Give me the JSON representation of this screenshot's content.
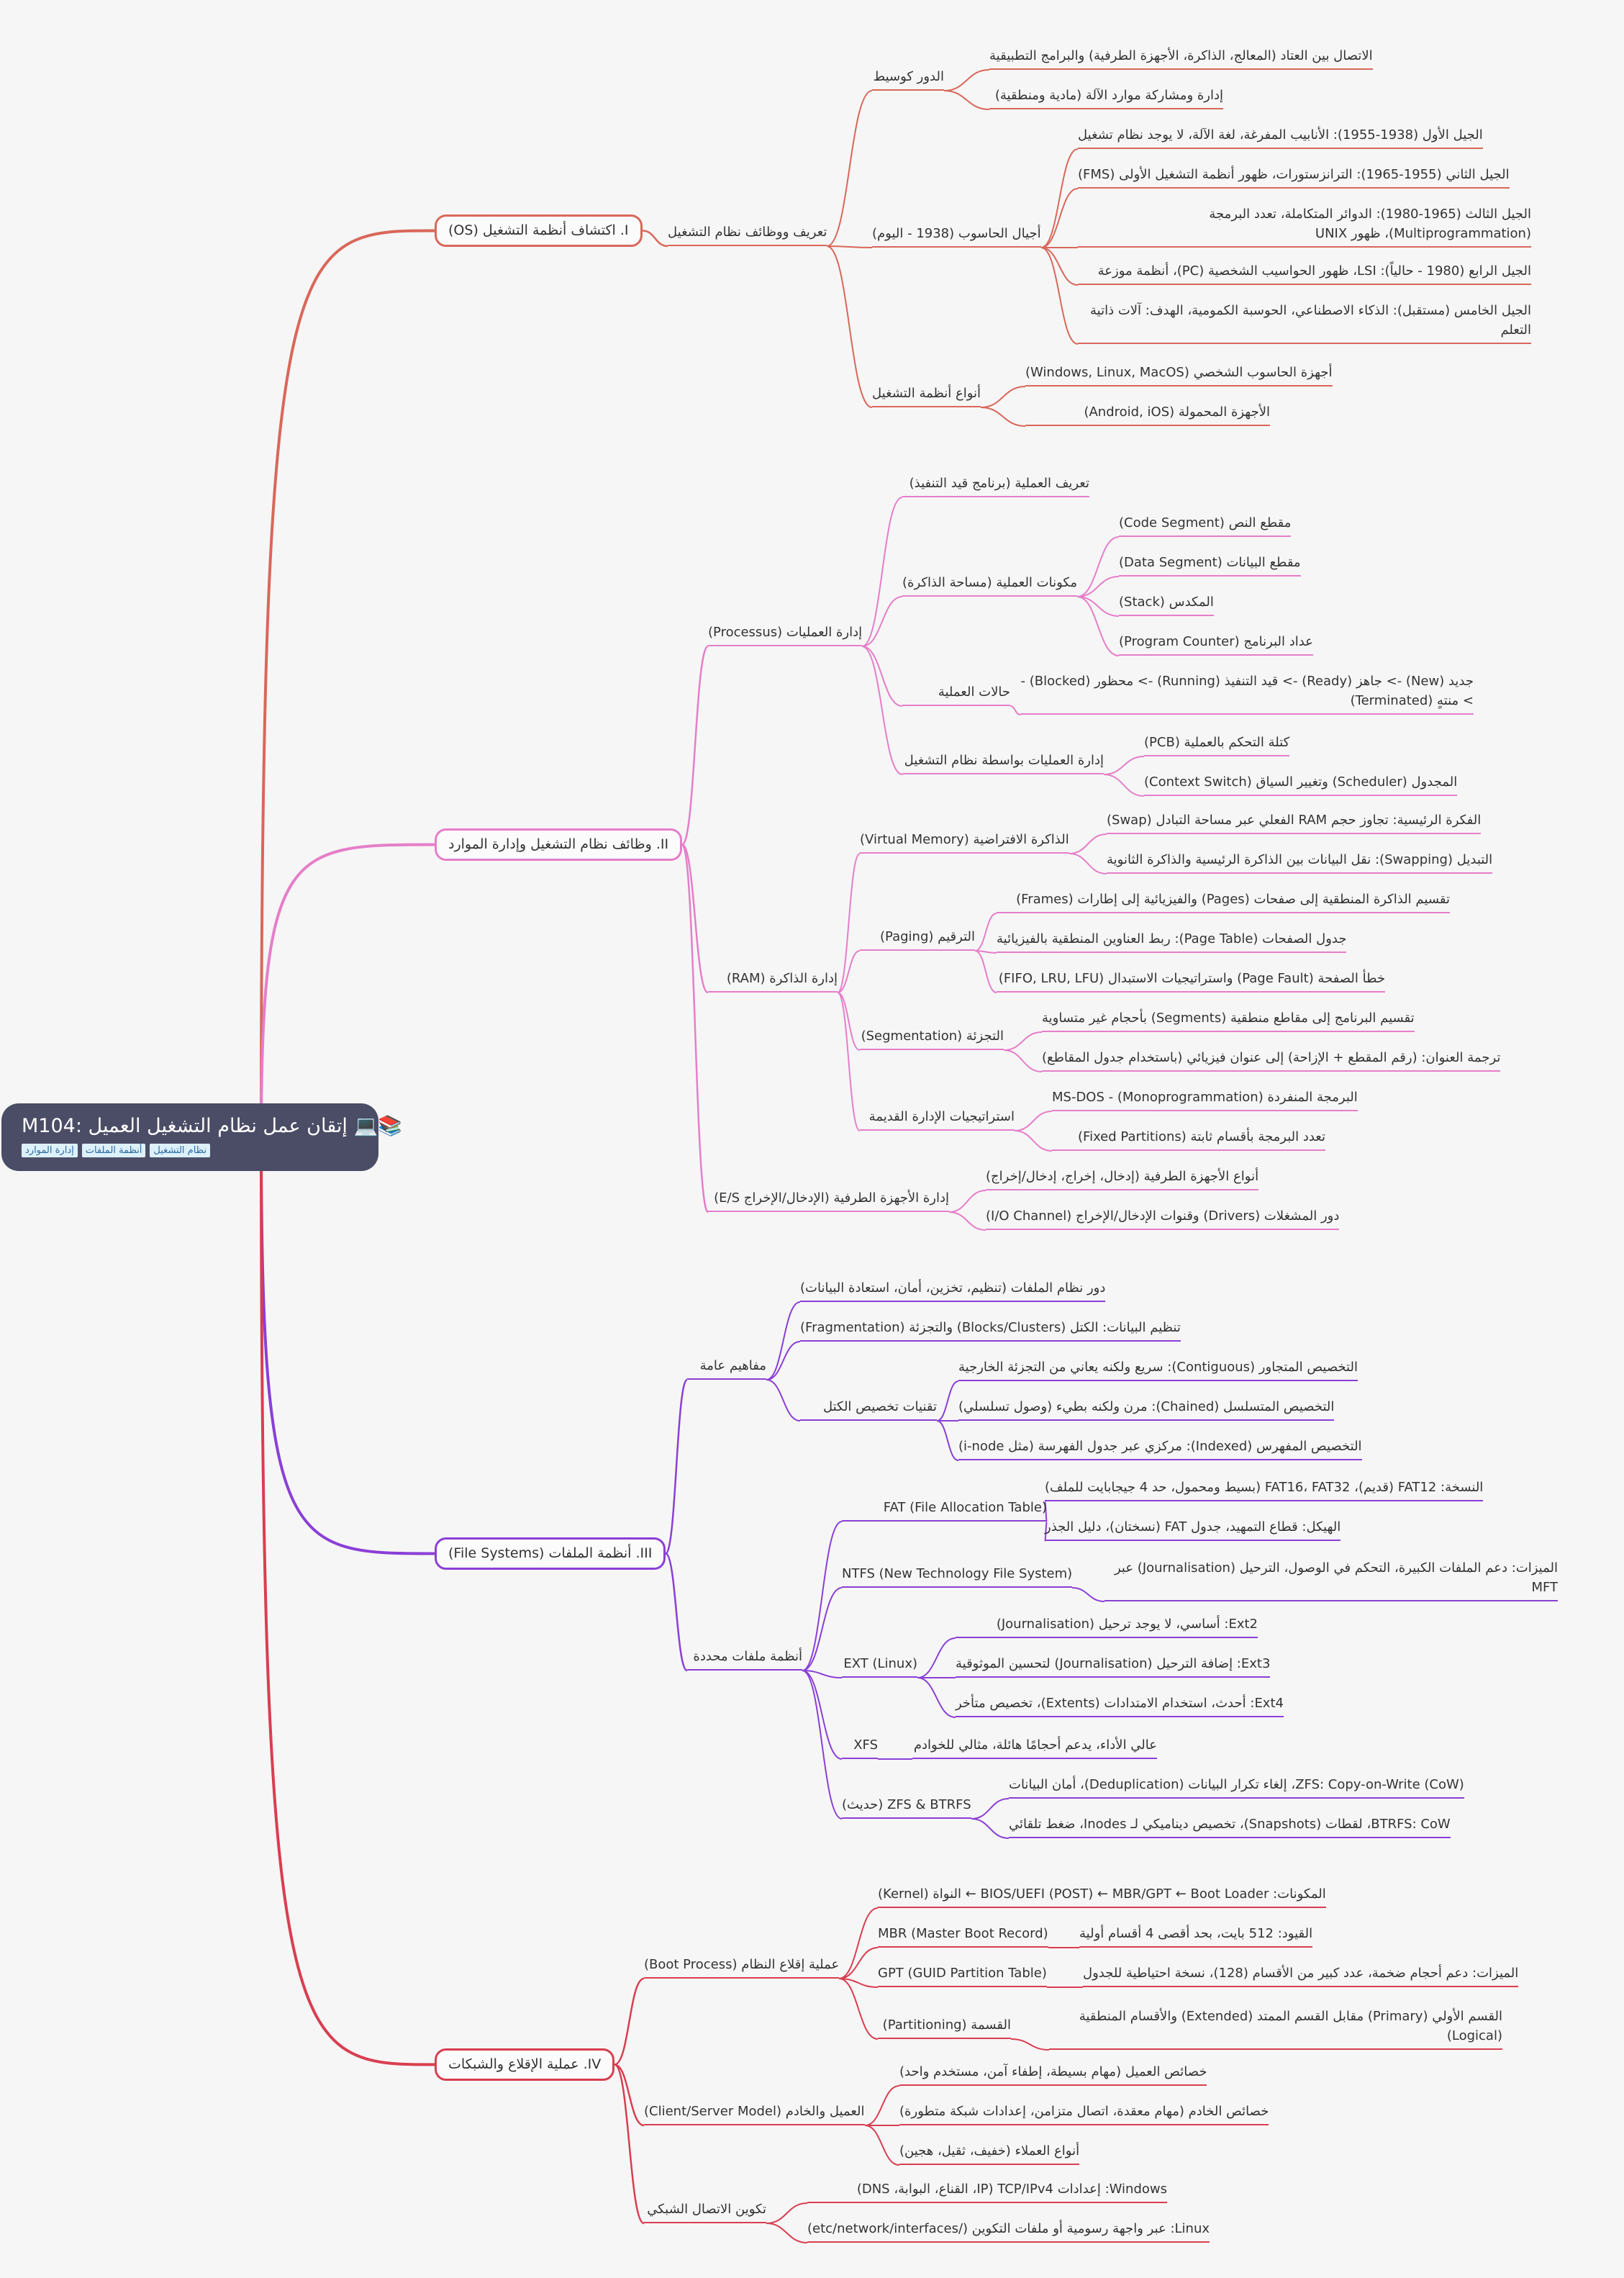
{
  "root": {
    "title": "M104: إتقان عمل نظام التشغيل العميل 💻📚",
    "tags": [
      "نظام التشغيل",
      "أنظمة الملفات",
      "إدارة الموارد"
    ]
  },
  "colors": {
    "branch1": "#d9675a",
    "branch2": "#e57ec9",
    "branch3": "#8a3fd6",
    "branch4": "#d93e50"
  },
  "nodes": [
    {
      "id": "b1",
      "text": "I. اكتشاف أنظمة التشغيل (OS)"
    },
    {
      "id": "b1a",
      "text": "تعريف ووظائف نظام التشغيل"
    },
    {
      "id": "b1a1",
      "text": "الدور كوسيط"
    },
    {
      "id": "b1a1a",
      "text": "الاتصال بين العتاد (المعالج، الذاكرة، الأجهزة الطرفية) والبرامج التطبيقية"
    },
    {
      "id": "b1a1b",
      "text": "إدارة ومشاركة موارد الآلة (مادية ومنطقية)"
    },
    {
      "id": "b1a2",
      "text": "أجيال الحاسوب (1938 - اليوم)"
    },
    {
      "id": "b1a2a",
      "text": "الجيل الأول (1938-1955): الأنابيب المفرغة، لغة الآلة، لا يوجد نظام تشغيل"
    },
    {
      "id": "b1a2b",
      "text": "الجيل الثاني (1955-1965): الترانزستورات، ظهور أنظمة التشغيل الأولى (FMS)"
    },
    {
      "id": "b1a2c",
      "text": "الجيل الثالث (1965-1980): الدوائر المتكاملة، تعدد البرمجة (Multiprogrammation)، ظهور UNIX"
    },
    {
      "id": "b1a2d",
      "text": "الجيل الرابع (1980 - حالياً): LSI، ظهور الحواسيب الشخصية (PC)، أنظمة موزعة"
    },
    {
      "id": "b1a2e",
      "text": "الجيل الخامس (مستقبل): الذكاء الاصطناعي، الحوسبة الكمومية، الهدف: آلات ذاتية التعلم"
    },
    {
      "id": "b1a3",
      "text": "أنواع أنظمة التشغيل"
    },
    {
      "id": "b1a3a",
      "text": "أجهزة الحاسوب الشخصي (Windows, Linux, MacOS)"
    },
    {
      "id": "b1a3b",
      "text": "الأجهزة المحمولة (Android, iOS)"
    },
    {
      "id": "b2",
      "text": "II. وظائف نظام التشغيل وإدارة الموارد"
    },
    {
      "id": "b2a",
      "text": "إدارة العمليات (Processus)"
    },
    {
      "id": "b2a1",
      "text": "تعريف العملية (برنامج قيد التنفيذ)"
    },
    {
      "id": "b2a2",
      "text": "مكونات العملية (مساحة الذاكرة)"
    },
    {
      "id": "b2a2a",
      "text": "مقطع النص (Code Segment)"
    },
    {
      "id": "b2a2b",
      "text": "مقطع البيانات (Data Segment)"
    },
    {
      "id": "b2a2c",
      "text": "المكدس (Stack)"
    },
    {
      "id": "b2a2d",
      "text": "عداد البرنامج (Program Counter)"
    },
    {
      "id": "b2a3",
      "text": "حالات العملية"
    },
    {
      "id": "b2a3a",
      "text": "جديد (New) -> جاهز (Ready) -> قيد التنفيذ (Running) -> محظور (Blocked) -> منتهٍ (Terminated)"
    },
    {
      "id": "b2a4",
      "text": "إدارة العمليات بواسطة نظام التشغيل"
    },
    {
      "id": "b2a4a",
      "text": "كتلة التحكم بالعملية (PCB)"
    },
    {
      "id": "b2a4b",
      "text": "المجدول (Scheduler) وتغيير السياق (Context Switch)"
    },
    {
      "id": "b2b",
      "text": "إدارة الذاكرة (RAM)"
    },
    {
      "id": "b2b1",
      "text": "الذاكرة الافتراضية (Virtual Memory)"
    },
    {
      "id": "b2b1a",
      "text": "الفكرة الرئيسية: تجاوز حجم RAM الفعلي عبر مساحة التبادل (Swap)"
    },
    {
      "id": "b2b1b",
      "text": "التبديل (Swapping): نقل البيانات بين الذاكرة الرئيسية والذاكرة الثانوية"
    },
    {
      "id": "b2b2",
      "text": "الترقيم (Paging)"
    },
    {
      "id": "b2b2a",
      "text": "تقسيم الذاكرة المنطقية إلى صفحات (Pages) والفيزيائية إلى إطارات (Frames)"
    },
    {
      "id": "b2b2b",
      "text": "جدول الصفحات (Page Table): ربط العناوين المنطقية بالفيزيائية"
    },
    {
      "id": "b2b2c",
      "text": "خطأ الصفحة (Page Fault) واستراتيجيات الاستبدال (FIFO, LRU, LFU)"
    },
    {
      "id": "b2b3",
      "text": "التجزئة (Segmentation)"
    },
    {
      "id": "b2b3a",
      "text": "تقسيم البرنامج إلى مقاطع منطقية (Segments) بأحجام غير متساوية"
    },
    {
      "id": "b2b3b",
      "text": "ترجمة العنوان: (رقم المقطع + الإزاحة) إلى عنوان فيزيائي (باستخدام جدول المقاطع)"
    },
    {
      "id": "b2b4",
      "text": "استراتيجيات الإدارة القديمة"
    },
    {
      "id": "b2b4a",
      "text": "البرمجة المنفردة (Monoprogrammation) - MS-DOS"
    },
    {
      "id": "b2b4b",
      "text": "تعدد البرمجة بأقسام ثابتة (Fixed Partitions)"
    },
    {
      "id": "b2c",
      "text": "إدارة الأجهزة الطرفية (الإدخال/الإخراج E/S)"
    },
    {
      "id": "b2c1",
      "text": "أنواع الأجهزة الطرفية (إدخال، إخراج، إدخال/إخراج)"
    },
    {
      "id": "b2c2",
      "text": "دور المشغلات (Drivers) وقنوات الإدخال/الإخراج (I/O Channel)"
    },
    {
      "id": "b3",
      "text": "III. أنظمة الملفات (File Systems)"
    },
    {
      "id": "b3a",
      "text": "مفاهيم عامة"
    },
    {
      "id": "b3a1",
      "text": "دور نظام الملفات (تنظيم، تخزين، أمان، استعادة البيانات)"
    },
    {
      "id": "b3a2",
      "text": "تنظيم البيانات: الكتل (Blocks/Clusters) والتجزئة (Fragmentation)"
    },
    {
      "id": "b3a3",
      "text": "تقنيات تخصيص الكتل"
    },
    {
      "id": "b3a3a",
      "text": "التخصيص المتجاور (Contiguous): سريع ولكنه يعاني من التجزئة الخارجية"
    },
    {
      "id": "b3a3b",
      "text": "التخصيص المتسلسل (Chained): مرن ولكنه بطيء (وصول تسلسلي)"
    },
    {
      "id": "b3a3c",
      "text": "التخصيص المفهرس (Indexed): مركزي عبر جدول الفهرسة (مثل i-node)"
    },
    {
      "id": "b3b",
      "text": "أنظمة ملفات محددة"
    },
    {
      "id": "b3b1",
      "text": "FAT (File Allocation Table)"
    },
    {
      "id": "b3b1a",
      "text": "النسخة: FAT12 (قديم)، FAT16، FAT32 (بسيط ومحمول، حد 4 جيجابايت للملف)"
    },
    {
      "id": "b3b1b",
      "text": "الهيكل: قطاع التمهيد، جدول FAT (نسختان)، دليل الجذر"
    },
    {
      "id": "b3b2",
      "text": "NTFS (New Technology File System)"
    },
    {
      "id": "b3b2a",
      "text": "الميزات: دعم الملفات الكبيرة، التحكم في الوصول، الترحيل (Journalisation) عبر MFT"
    },
    {
      "id": "b3b3",
      "text": "EXT (Linux)"
    },
    {
      "id": "b3b3a",
      "text": "Ext2: أساسي، لا يوجد ترحيل (Journalisation)"
    },
    {
      "id": "b3b3b",
      "text": "Ext3: إضافة الترحيل (Journalisation) لتحسين الموثوقية"
    },
    {
      "id": "b3b3c",
      "text": "Ext4: أحدث، استخدام الامتدادات (Extents)، تخصيص متأخر"
    },
    {
      "id": "b3b4",
      "text": "XFS"
    },
    {
      "id": "b3b4a",
      "text": "عالي الأداء، يدعم أحجامًا هائلة، مثالي للخوادم"
    },
    {
      "id": "b3b5",
      "text": "ZFS & BTRFS (حديث)"
    },
    {
      "id": "b3b5a",
      "text": "ZFS: Copy-on-Write (CoW)، إلغاء تكرار البيانات (Deduplication)، أمان البيانات"
    },
    {
      "id": "b3b5b",
      "text": "BTRFS: CoW، لقطات (Snapshots)، تخصيص ديناميكي لـ Inodes، ضغط تلقائي"
    },
    {
      "id": "b4",
      "text": "IV. عملية الإقلاع والشبكات"
    },
    {
      "id": "b4a",
      "text": "عملية إقلاع النظام (Boot Process)"
    },
    {
      "id": "b4a1",
      "text": "المكونات: BIOS/UEFI (POST) ← MBR/GPT ← Boot Loader ← النواة (Kernel)"
    },
    {
      "id": "b4a2",
      "text": "MBR (Master Boot Record)"
    },
    {
      "id": "b4a2a",
      "text": "القيود: 512 بايت، بحد أقصى 4 أقسام أولية"
    },
    {
      "id": "b4a3",
      "text": "GPT (GUID Partition Table)"
    },
    {
      "id": "b4a3a",
      "text": "الميزات: دعم أحجام ضخمة، عدد كبير من الأقسام (128)، نسخة احتياطية للجدول"
    },
    {
      "id": "b4a4",
      "text": "القسمة (Partitioning)"
    },
    {
      "id": "b4a4a",
      "text": "القسم الأولي (Primary) مقابل القسم الممتد (Extended) والأقسام المنطقية (Logical)"
    },
    {
      "id": "b4b",
      "text": "العميل والخادم (Client/Server Model)"
    },
    {
      "id": "b4b1",
      "text": "خصائص العميل (مهام بسيطة، إطفاء آمن، مستخدم واحد)"
    },
    {
      "id": "b4b2",
      "text": "خصائص الخادم (مهام معقدة، اتصال متزامن، إعدادات شبكة متطورة)"
    },
    {
      "id": "b4b3",
      "text": "أنواع العملاء (خفيف، ثقيل، هجين)"
    },
    {
      "id": "b4c",
      "text": "تكوين الاتصال الشبكي"
    },
    {
      "id": "b4c1",
      "text": "Windows: إعدادات TCP/IPv4 (IP، القناع، البوابة، DNS)"
    },
    {
      "id": "b4c2",
      "text": "Linux: عبر واجهة رسومية أو ملفات التكوين (/etc/network/interfaces)"
    }
  ]
}
